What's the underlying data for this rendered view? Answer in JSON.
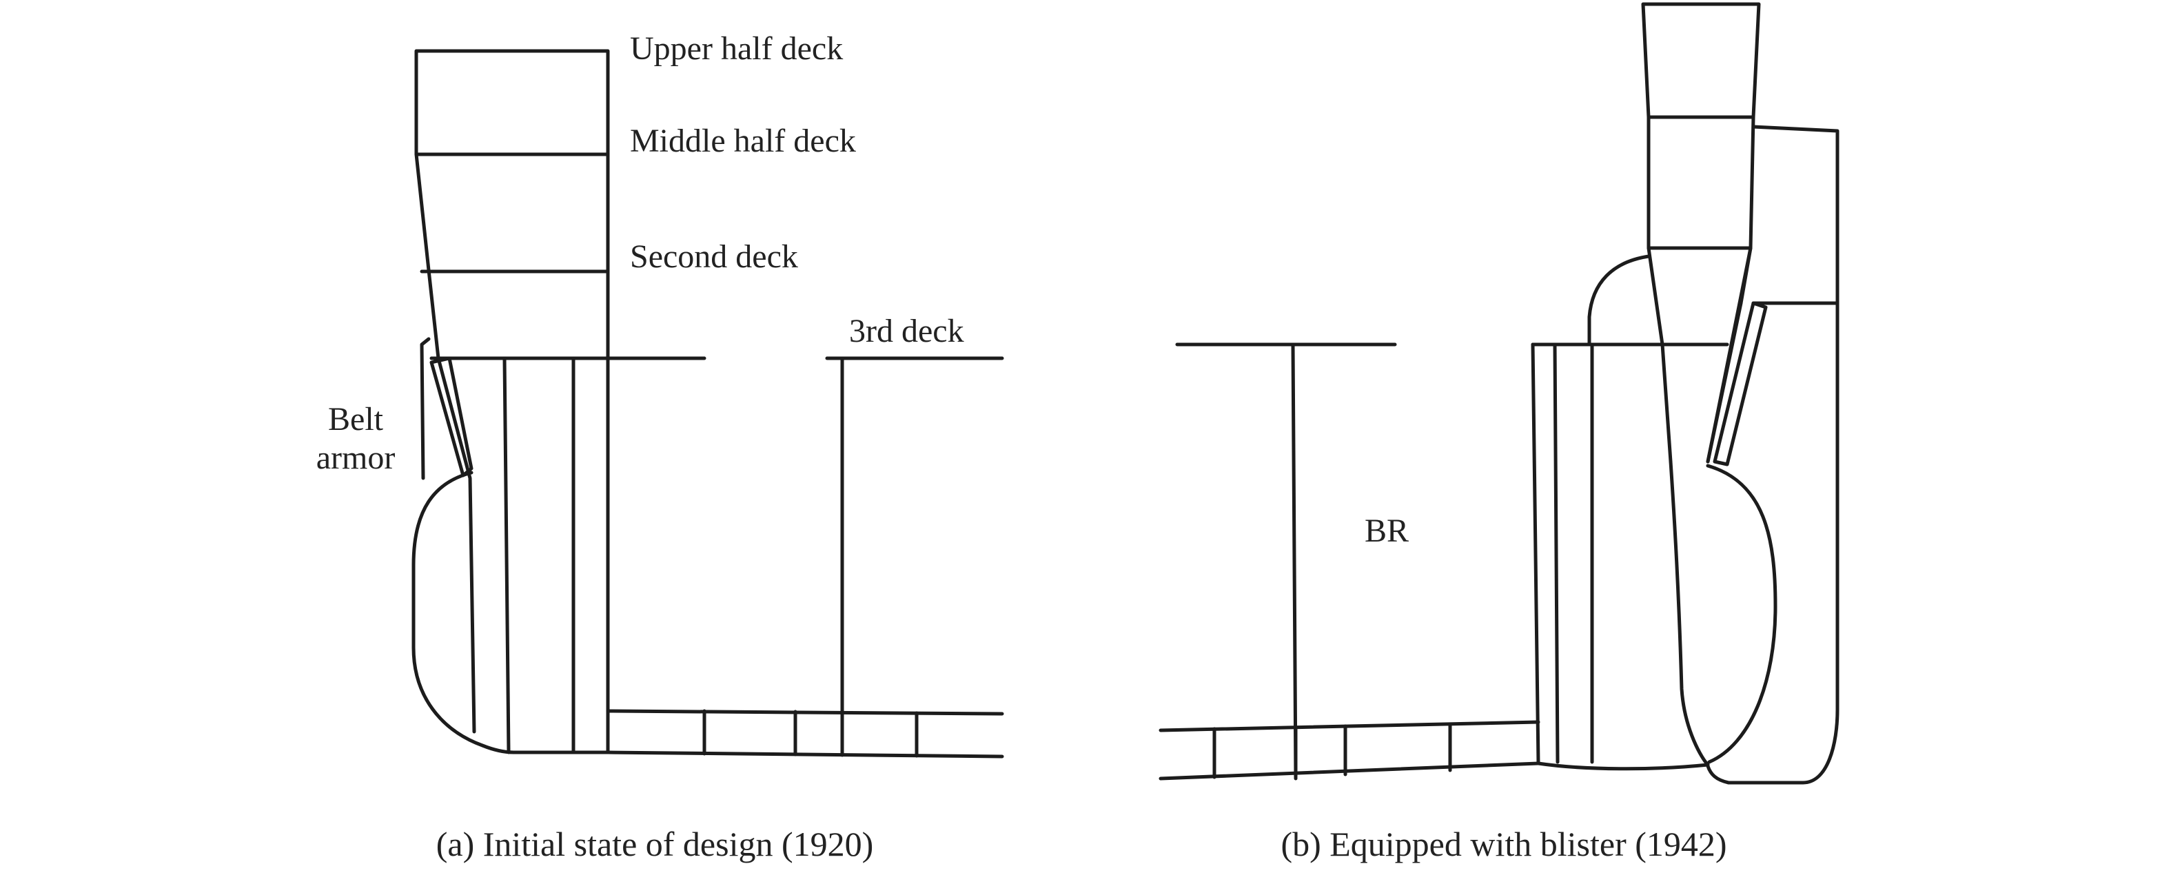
{
  "panel_a": {
    "labels": {
      "upper_half_deck": "Upper half deck",
      "middle_half_deck": "Middle half deck",
      "second_deck": "Second deck",
      "third_deck": "3rd deck",
      "belt_armor_line1": "Belt",
      "belt_armor_line2": "armor"
    },
    "caption": "(a) Initial state of design (1920)"
  },
  "panel_b": {
    "labels": {
      "br": "BR"
    },
    "caption": "(b) Equipped with blister (1942)"
  },
  "colors": {
    "line": "#1c1c1c",
    "text": "#222222",
    "background": "#ffffff"
  }
}
